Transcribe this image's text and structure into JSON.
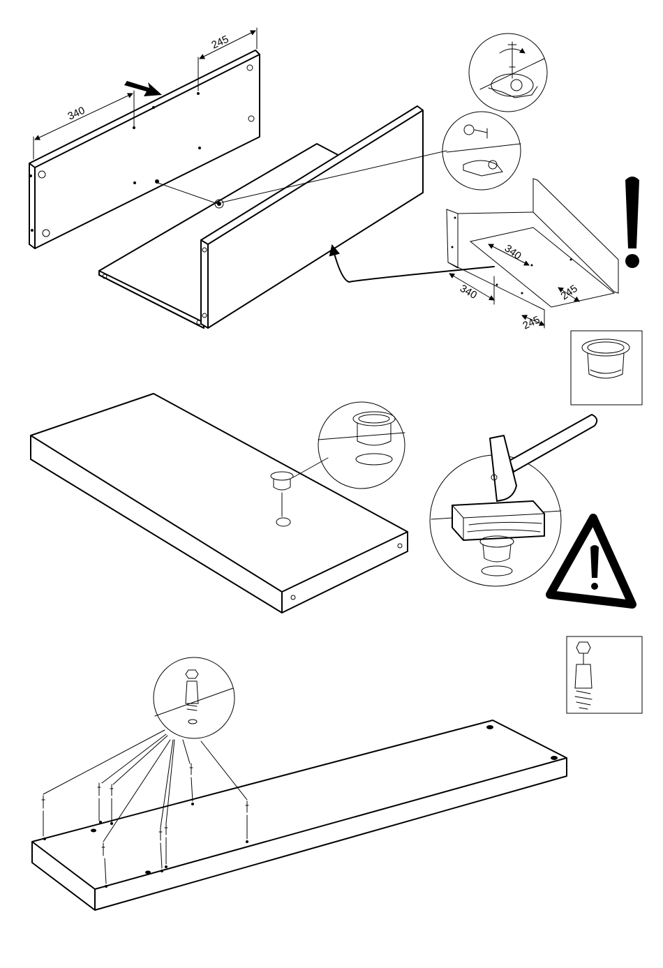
{
  "step1": {
    "dims": {
      "top_long": "340",
      "top_short": "245",
      "right_a": "340",
      "right_b": "340",
      "right_c": "245",
      "right_d": "245"
    },
    "warning_symbol": "exclamation-icon"
  },
  "step2": {
    "warning_symbol": "warning-triangle-icon"
  },
  "step3": {
    "part_symbol": "cam-bolt-icon"
  }
}
